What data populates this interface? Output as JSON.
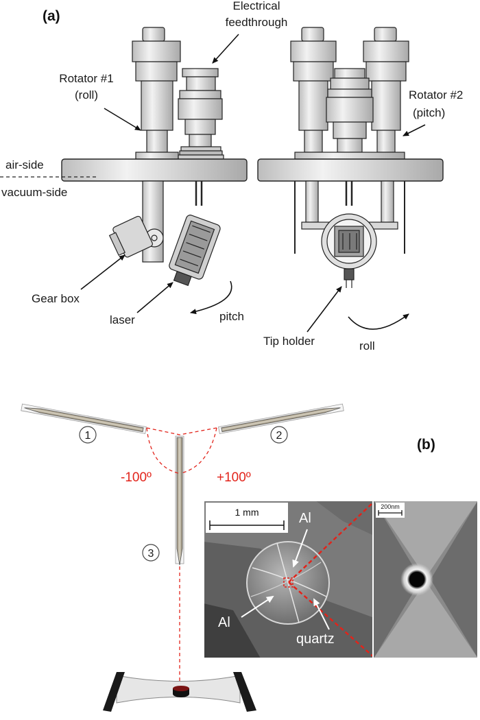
{
  "panel_a": {
    "label": "(a)",
    "electrical_feedthrough": [
      "Electrical",
      "feedthrough"
    ],
    "rotator1": [
      "Rotator #1",
      "(roll)"
    ],
    "rotator2": [
      "Rotator #2",
      "(pitch)"
    ],
    "air_side": "air-side",
    "vacuum_side": "vacuum-side",
    "gear_box": "Gear box",
    "laser": "laser",
    "pitch": "pitch",
    "tip_holder": "Tip holder",
    "roll": "roll"
  },
  "panel_b": {
    "label": "(b)",
    "positions": [
      "1",
      "2",
      "3"
    ],
    "angle_left": "-100º",
    "angle_right": "+100º",
    "sem": {
      "scale_left": "1 mm",
      "scale_right": "200nm",
      "al_top": "Al",
      "al_bottom": "Al",
      "quartz": "quartz"
    }
  },
  "colors": {
    "annotation_red": "#e2231a",
    "device_grey": "#dcdcdc",
    "sem_background": "#7a7a7a"
  }
}
